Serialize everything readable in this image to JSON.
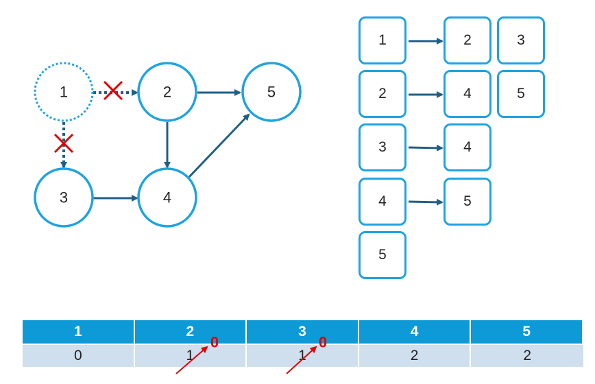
{
  "colors": {
    "node_stroke": "#1fa3e0",
    "edge": "#1f5f86",
    "removed": "#e00000",
    "header": "#0e9ad6",
    "row": "#cfdfee"
  },
  "graph": {
    "nodes": [
      {
        "id": "1",
        "label": "1",
        "state": "removed"
      },
      {
        "id": "2",
        "label": "2"
      },
      {
        "id": "3",
        "label": "3"
      },
      {
        "id": "4",
        "label": "4"
      },
      {
        "id": "5",
        "label": "5"
      }
    ],
    "edges": [
      {
        "from": "1",
        "to": "2",
        "removed": true
      },
      {
        "from": "1",
        "to": "3",
        "removed": true
      },
      {
        "from": "2",
        "to": "5"
      },
      {
        "from": "2",
        "to": "4"
      },
      {
        "from": "3",
        "to": "4"
      },
      {
        "from": "4",
        "to": "5"
      }
    ]
  },
  "adjacency": [
    {
      "node": "1",
      "neighbors": [
        "2",
        "3"
      ]
    },
    {
      "node": "2",
      "neighbors": [
        "4",
        "5"
      ]
    },
    {
      "node": "3",
      "neighbors": [
        "4"
      ]
    },
    {
      "node": "4",
      "neighbors": [
        "5"
      ]
    },
    {
      "node": "5",
      "neighbors": []
    }
  ],
  "indegree_table": {
    "headers": [
      "1",
      "2",
      "3",
      "4",
      "5"
    ],
    "values": [
      "0",
      "1",
      "1",
      "2",
      "2"
    ],
    "updates": [
      "",
      "0",
      "0",
      "",
      ""
    ]
  }
}
